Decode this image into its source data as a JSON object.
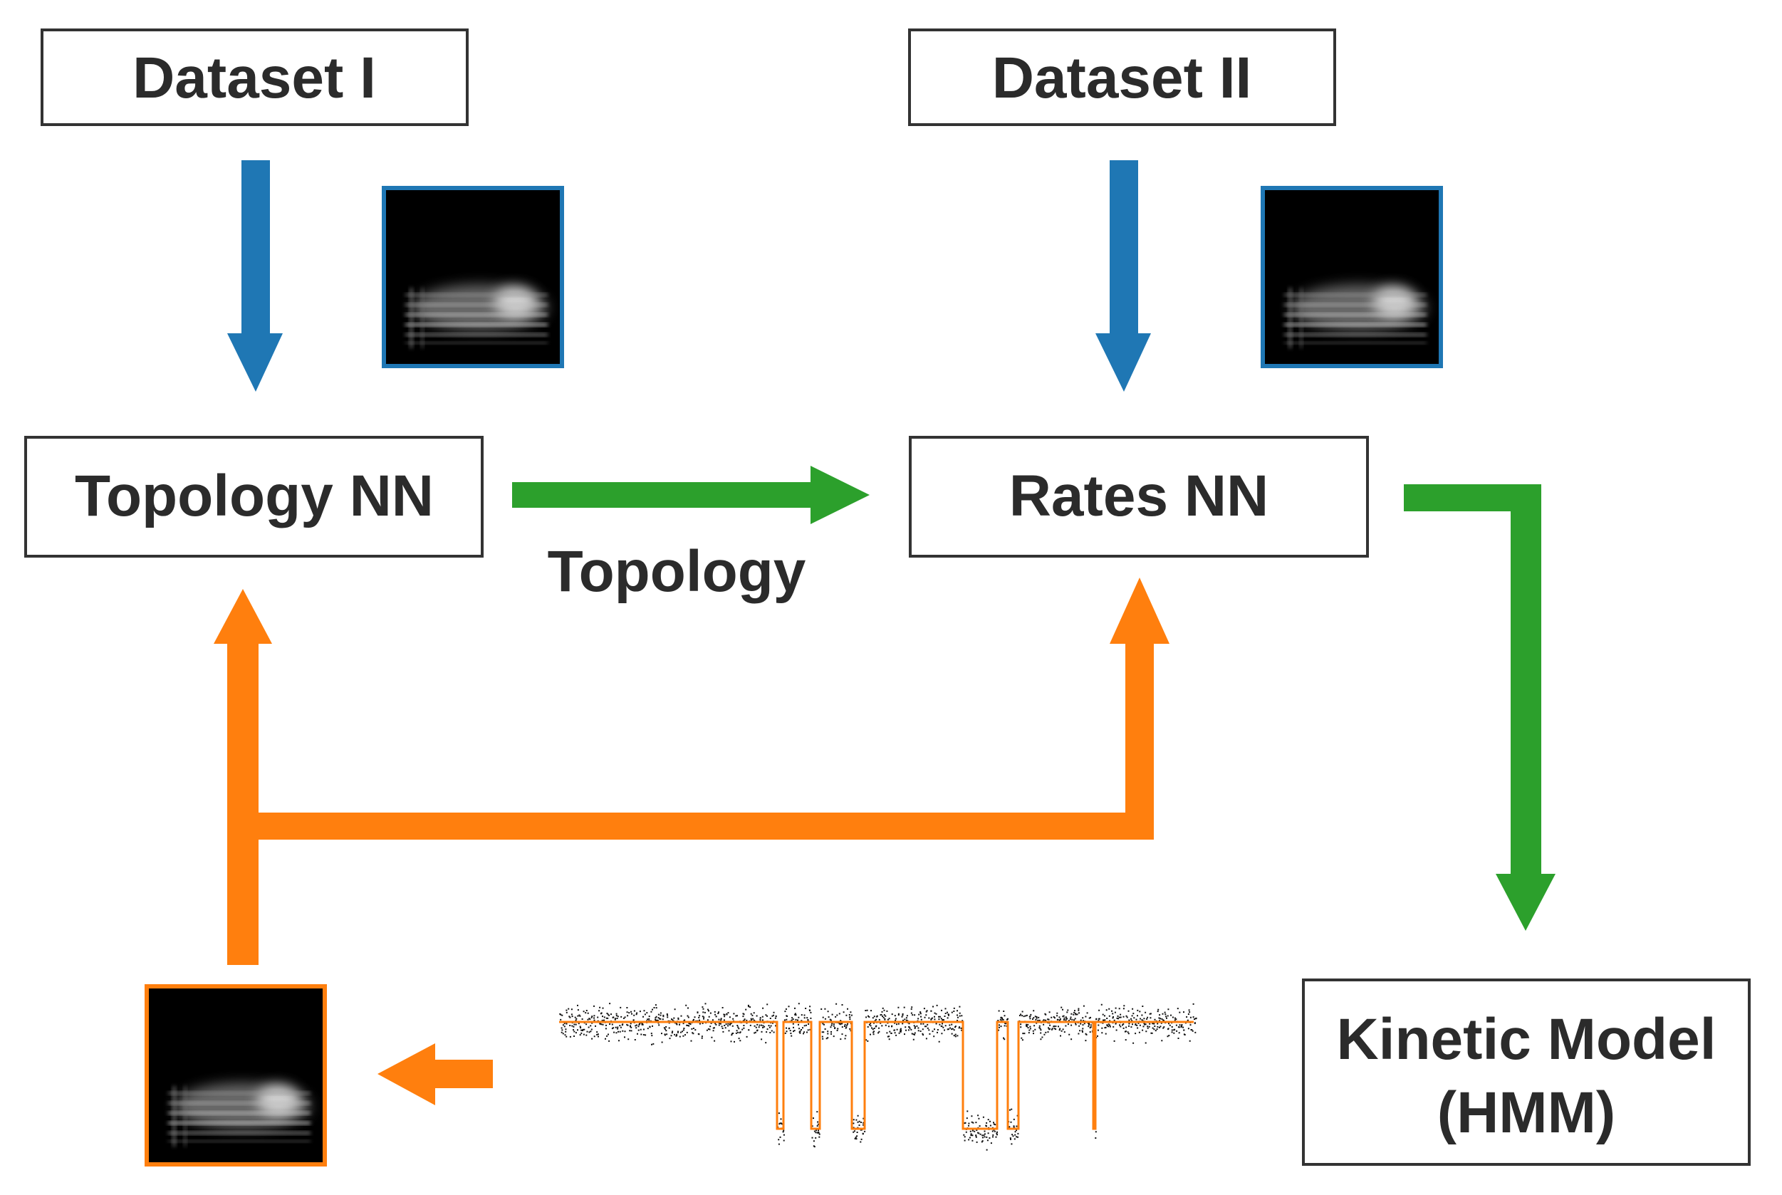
{
  "labels": {
    "dataset_1": "Dataset I",
    "dataset_2": "Dataset II",
    "topology_nn": "Topology NN",
    "rates_nn": "Rates NN",
    "topology_arrow": "Topology",
    "kinetic_model_line1": "Kinetic Model",
    "kinetic_model_line2": "(HMM)"
  },
  "colors": {
    "blue_arrow": "#1f77b4",
    "green_arrow": "#2ca02c",
    "orange_arrow": "#ff7f0e",
    "box_border": "#333333",
    "text": "#2b2b2b"
  }
}
